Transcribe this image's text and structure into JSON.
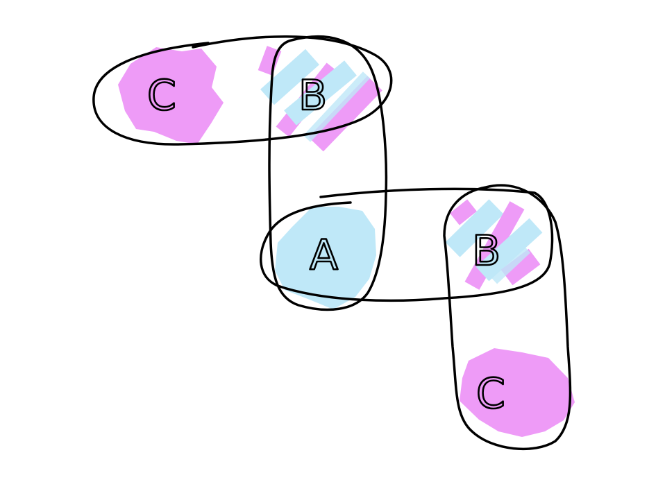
{
  "colors": {
    "outline": "#000000",
    "magenta": "#ee9bf7",
    "cyan": "#bfe8f8",
    "background": "#ffffff"
  },
  "nodes": [
    {
      "id": "c-top",
      "label": "C",
      "fill": "magenta"
    },
    {
      "id": "b-top",
      "label": "B",
      "fill": "hatched"
    },
    {
      "id": "a-center",
      "label": "A",
      "fill": "cyan"
    },
    {
      "id": "b-right",
      "label": "B",
      "fill": "hatched"
    },
    {
      "id": "c-bottom",
      "label": "C",
      "fill": "magenta"
    }
  ],
  "groupings": [
    {
      "id": "top-horizontal",
      "members": [
        "C",
        "B"
      ]
    },
    {
      "id": "left-vertical",
      "members": [
        "B",
        "A"
      ]
    },
    {
      "id": "middle-horizontal",
      "members": [
        "A",
        "B"
      ]
    },
    {
      "id": "right-vertical",
      "members": [
        "B",
        "C"
      ]
    }
  ]
}
